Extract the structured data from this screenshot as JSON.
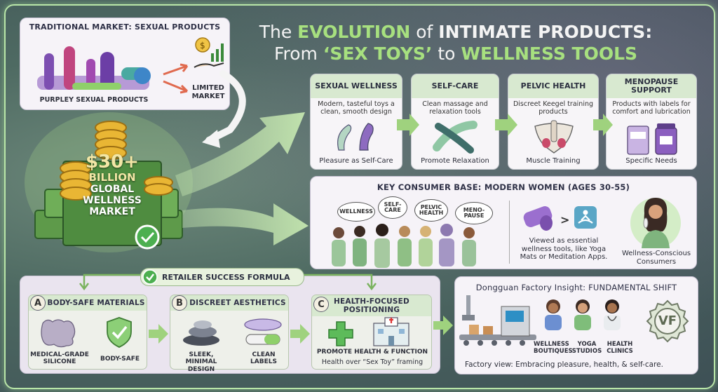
{
  "title": {
    "line1_pre": "The ",
    "line1_hl": "EVOLUTION",
    "line1_mid": " of ",
    "line1_post": "INTIMATE PRODUCTS:",
    "line2_pre": "From ",
    "line2_hl1": "‘SEX TOYS’",
    "line2_mid": " to ",
    "line2_hl2": "WELLNESS TOOLS"
  },
  "traditional": {
    "header": "TRADITIONAL MARKET: SEXUAL PRODUCTS",
    "caption": "PURPLEY SEXUAL PRODUCTS",
    "limited": "LIMITED MARKET"
  },
  "market": {
    "amount": "$30+",
    "unit": "BILLION",
    "line1": "GLOBAL",
    "line2": "WELLNESS",
    "line3": "MARKET"
  },
  "categories": [
    {
      "title": "SEXUAL WELLNESS",
      "desc": "Modern, tasteful toys a clean, smooth design",
      "footer": "Pleasure as Self-Care"
    },
    {
      "title": "SELF-CARE",
      "desc": "Clean massage and relaxation tools",
      "footer": "Promote Relaxation"
    },
    {
      "title": "PELVIC HEALTH",
      "desc": "Discreet Keegel training products",
      "footer": "Muscle Training"
    },
    {
      "title": "MENOPAUSE SUPPORT",
      "desc": "Products with labels for comfort and lubrication",
      "footer": "Specific Needs"
    }
  ],
  "consumer": {
    "header": "KEY CONSUMER BASE: MODERN WOMEN (AGES 30-55)",
    "bubbles": [
      "WELLNESS",
      "SELF-CARE",
      "PELVIC HEALTH",
      "MENO-PAUSE"
    ],
    "compare_symbol": ">",
    "essential": "Viewed as essential wellness tools, like Yoga Mats or Meditation Apps.",
    "conscious": "Wellness-Conscious Consumers"
  },
  "formula": {
    "header": "RETAILER SUCCESS FORMULA",
    "sections": [
      {
        "letter": "A",
        "title": "BODY-SAFE MATERIALS",
        "items": [
          "MEDICAL-GRADE SILICONE",
          "BODY-SAFE"
        ]
      },
      {
        "letter": "B",
        "title": "DISCREET AESTHETICS",
        "items": [
          "SLEEK, MINIMAL DESIGN",
          "CLEAN LABELS"
        ]
      },
      {
        "letter": "C",
        "title": "HEALTH-FOCUSED POSITIONING",
        "items": [
          "PROMOTE HEALTH & FUNCTION",
          "Health over “Sex Toy” framing"
        ]
      }
    ]
  },
  "factory": {
    "header": "Dongguan Factory Insight: FUNDAMENTAL SHIFT",
    "channels": [
      "WELLNESS BOUTIQUES",
      "YOGA STUDIOS",
      "HEALTH CLINICS"
    ],
    "badge": "VF",
    "footer": "Factory view: Embracing pleasure, health, & self-care."
  },
  "colors": {
    "accent_green": "#9fdc7c",
    "header_green": "#d8e9d0",
    "purple": "#8a63b8",
    "background": "#4e6a62"
  }
}
